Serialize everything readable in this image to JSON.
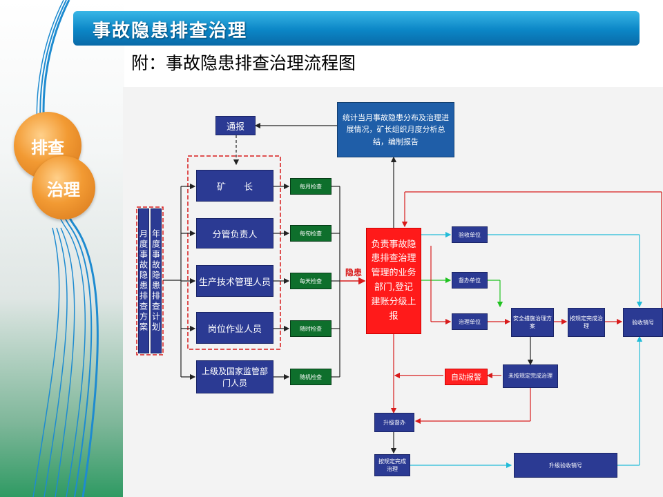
{
  "slide": {
    "header_title": "事故隐患排查治理",
    "subtitle": "附：事故隐患排查治理流程图",
    "circle_1": "排查",
    "circle_2": "治理"
  },
  "diagram": {
    "top_stats": "统计当月事故隐患分布及治理进展情况，矿长组织月度分析总结，编制报告",
    "tongbao": "通报",
    "plan_month": "月度事故隐患排查方案",
    "plan_year": "年度事故隐患排查计划",
    "roles": [
      "矿　　长",
      "分管负责人",
      "生产技术管理人员",
      "岗位作业人员",
      "上级及国家监管部门人员"
    ],
    "checks": [
      "每月检查",
      "每旬检查",
      "每天检查",
      "随时检查",
      "随机检查"
    ],
    "hazard_label": "隐患",
    "center_box": "负责事故隐患排查治理管理的业务部门,登记建账分级上报",
    "accept_unit": "验收单位",
    "supervise_unit": "督办单位",
    "govern_unit": "治理单位",
    "safety_plan": "安全措施治理方案",
    "complete_on_time": "按规定完成治理",
    "accept_cancel": "验收销号",
    "not_complete": "未按规定完成治理",
    "auto_alarm": "自动报警",
    "upgrade_supervise": "升级督办",
    "complete_after": "按规定完成治理",
    "upgrade_accept": "升级验收销号"
  }
}
